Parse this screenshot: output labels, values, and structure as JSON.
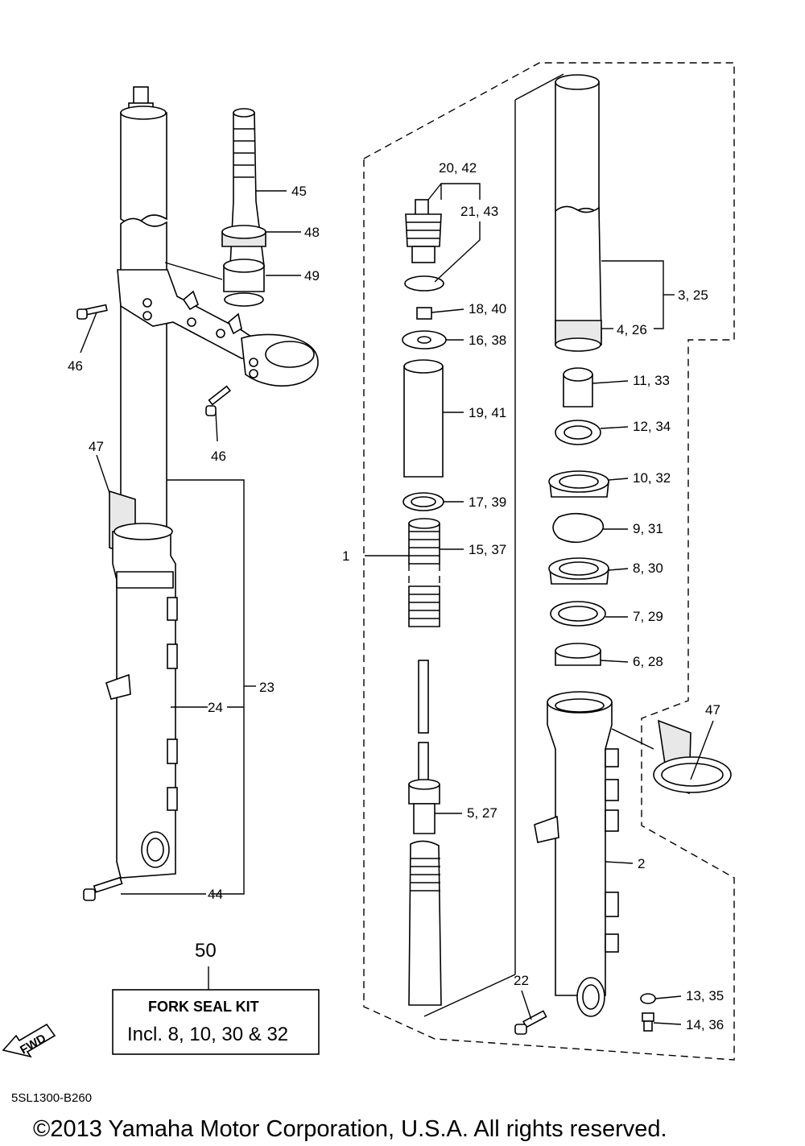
{
  "labels": {
    "l45": "45",
    "l48": "48",
    "l49": "49",
    "l46": "46",
    "l47": "47",
    "l23": "23",
    "l24": "24",
    "l44": "44",
    "l20_42": "20, 42",
    "l21_43": "21, 43",
    "l18_40": "18, 40",
    "l16_38": "16, 38",
    "l19_41": "19, 41",
    "l17_39": "17, 39",
    "l15_37": "15, 37",
    "l1": "1",
    "l5_27": "5, 27",
    "l3_25": "3, 25",
    "l4_26": "4, 26",
    "l11_33": "11, 33",
    "l12_34": "12, 34",
    "l10_32": "10, 32",
    "l9_31": "9, 31",
    "l8_30": "8, 30",
    "l7_29": "7, 29",
    "l6_28": "6, 28",
    "l2": "2",
    "l22": "22",
    "l13_35": "13, 35",
    "l14_36": "14, 36"
  },
  "kit": {
    "number": "50",
    "title": "FORK SEAL KIT",
    "description": "Incl. 8, 10, 30 & 32"
  },
  "fwd": "FWD",
  "diagram_code": "5SL1300-B260",
  "copyright": "©2013 Yamaha Motor Corporation, U.S.A. All rights reserved."
}
